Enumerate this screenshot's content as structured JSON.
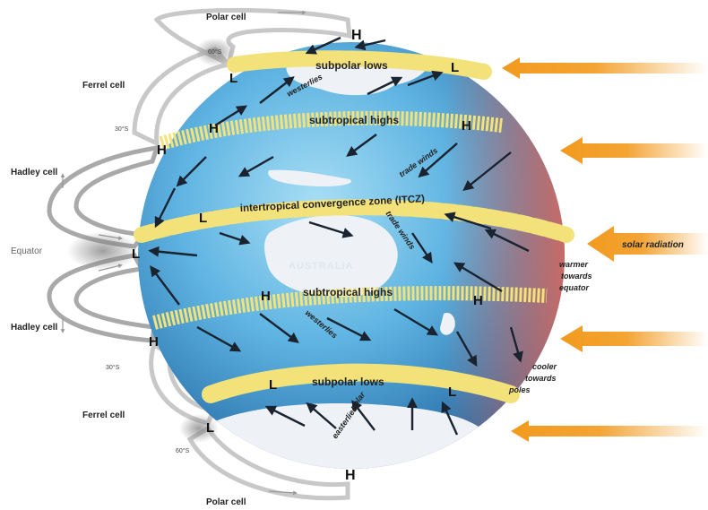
{
  "cells": {
    "polar_top": "Polar cell",
    "ferrel_top": "Ferrel cell",
    "hadley_top": "Hadley cell",
    "equator": "Equator",
    "hadley_bottom": "Hadley cell",
    "ferrel_bottom": "Ferrel cell",
    "polar_bottom": "Polar cell"
  },
  "latitudes": {
    "top_60": "60°S",
    "top_30": "30°S",
    "bottom_30": "30°S",
    "bottom_60": "60°S"
  },
  "bands": {
    "subpolar_top": "subpolar lows",
    "subtropical_top": "subtropical highs",
    "itcz": "intertropical convergence zone (ITCZ)",
    "subtropical_bottom": "subtropical highs",
    "subpolar_bottom": "subpolar lows"
  },
  "pressure": {
    "H": "H",
    "L": "L"
  },
  "winds": {
    "westerlies_top": "westerlies",
    "trade_winds_1": "trade winds",
    "trade_winds_2": "trade winds",
    "westerlies_bottom": "westerlies",
    "polar_easterlies_1": "polar",
    "polar_easterlies_2": "easterlies"
  },
  "continent": "AUSTRALIA",
  "solar": {
    "label": "solar radiation",
    "warmer_1": "warmer",
    "warmer_2": "towards",
    "warmer_3": "equator",
    "cooler_1": "cooler",
    "cooler_2": "towards",
    "cooler_3": "poles"
  },
  "colors": {
    "ocean_light": "#8fd0ee",
    "ocean_dark": "#1f6fad",
    "band_yellow": "#f3e27a",
    "arrow_orange": "#f29a1e",
    "warm_red": "#d9695e"
  }
}
